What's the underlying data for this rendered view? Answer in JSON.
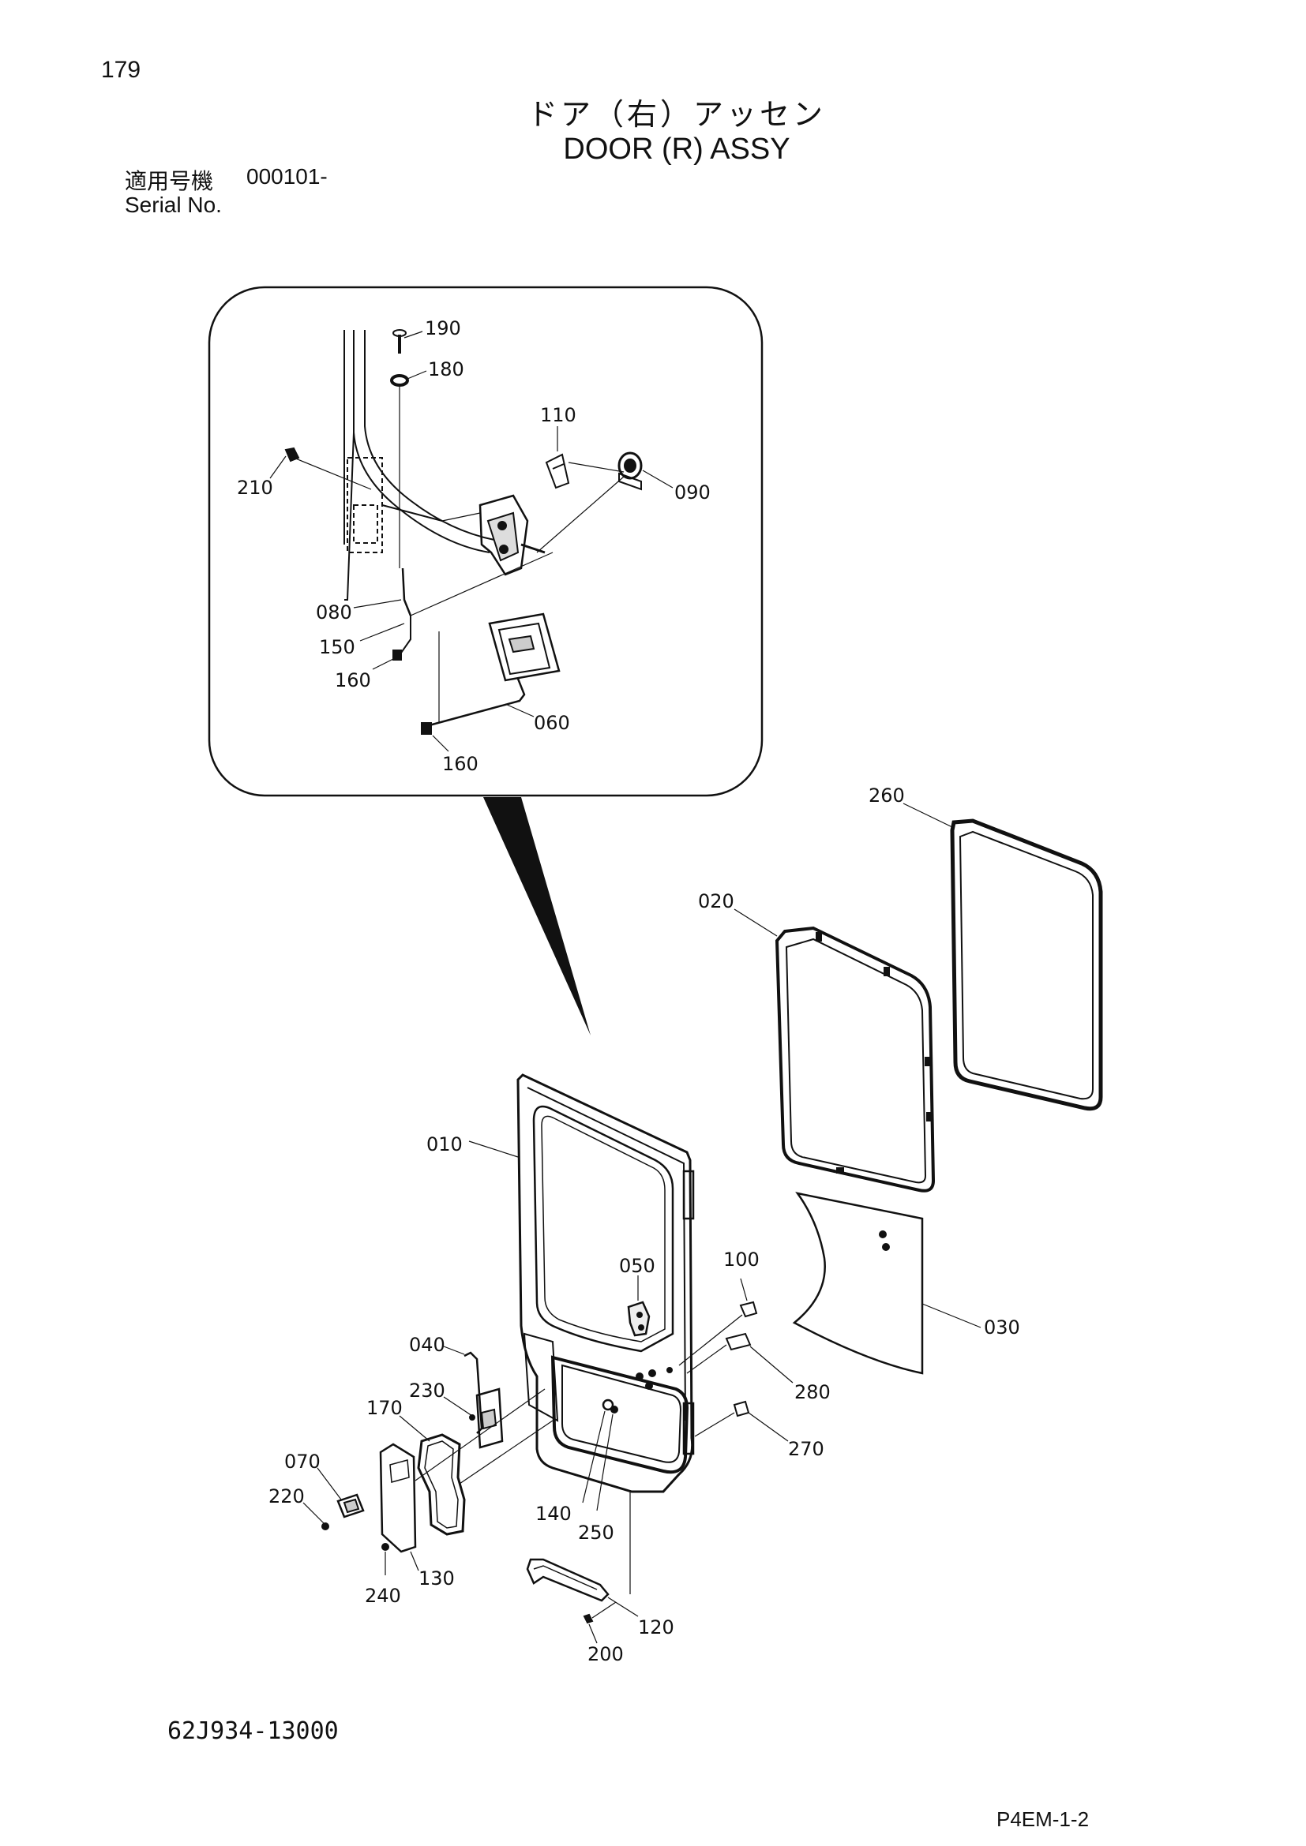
{
  "header": {
    "page_number": "179",
    "title_jp": "ドア（右）アッセン",
    "title_en": "DOOR (R) ASSY",
    "serial_label_jp": "適用号機",
    "serial_range": "000101-",
    "serial_label_en": "Serial No."
  },
  "footer": {
    "drawing_number": "62J934-13000",
    "page_code": "P4EM-1-2"
  },
  "callouts": {
    "c190": "190",
    "c180": "180",
    "c110": "110",
    "c210": "210",
    "c090": "090",
    "c080": "080",
    "c150": "150",
    "c160a": "160",
    "c060": "060",
    "c160b": "160",
    "c260": "260",
    "c020": "020",
    "c010": "010",
    "c050": "050",
    "c100": "100",
    "c030": "030",
    "c040": "040",
    "c230": "230",
    "c280": "280",
    "c170": "170",
    "c270": "270",
    "c070": "070",
    "c220": "220",
    "c140": "140",
    "c250": "250",
    "c130": "130",
    "c240": "240",
    "c120": "120",
    "c200": "200"
  }
}
